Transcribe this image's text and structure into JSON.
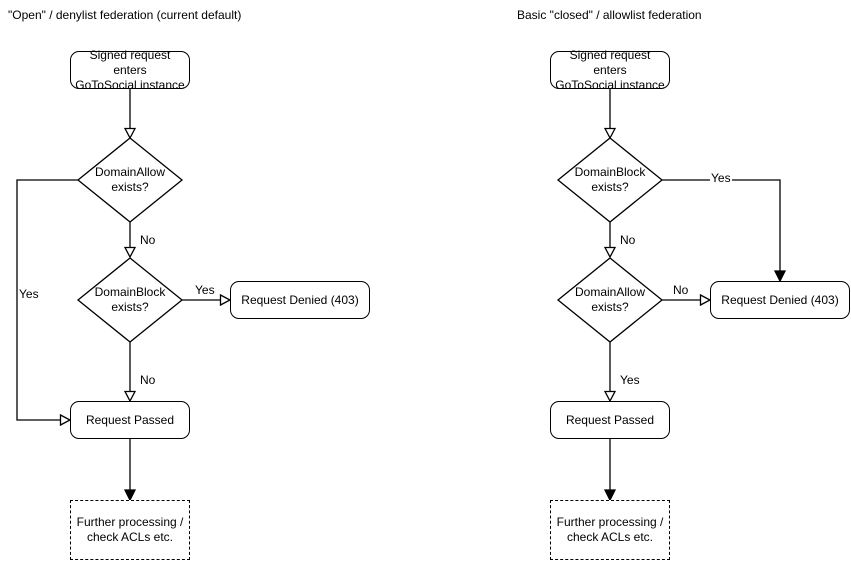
{
  "canvas": {
    "background": "#ffffff",
    "stroke_color": "#000000",
    "text_color": "#000000"
  },
  "left_chart": {
    "title": "\"Open\" / denylist federation (current default)",
    "nodes": {
      "start": "Signed request enters\nGoToSocial instance",
      "decision1": "DomainAllow\nexists?",
      "decision2": "DomainBlock\nexists?",
      "denied": "Request Denied (403)",
      "passed": "Request Passed",
      "further": "Further processing /\ncheck ACLs etc."
    },
    "edge_labels": {
      "decision1_yes": "Yes",
      "decision1_no": "No",
      "decision2_yes": "Yes",
      "decision2_no": "No"
    }
  },
  "right_chart": {
    "title": "Basic \"closed\" / allowlist federation",
    "nodes": {
      "start": "Signed request enters\nGoToSocial instance",
      "decision1": "DomainBlock\nexists?",
      "decision2": "DomainAllow\nexists?",
      "denied": "Request Denied (403)",
      "passed": "Request Passed",
      "further": "Further processing /\ncheck ACLs etc."
    },
    "edge_labels": {
      "decision1_yes": "Yes",
      "decision1_no": "No",
      "decision2_no": "No",
      "decision2_yes": "Yes"
    }
  }
}
